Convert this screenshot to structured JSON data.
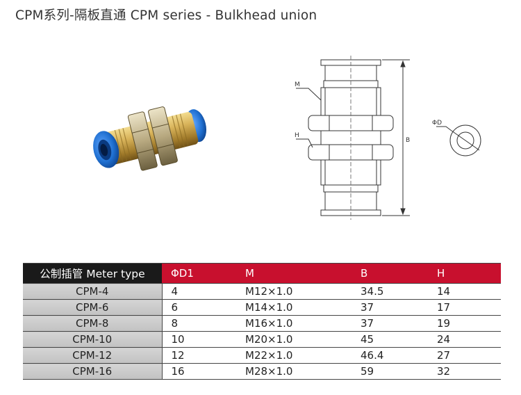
{
  "title": "CPM系列-隔板直通  CPM series - Bulkhead union",
  "drawing": {
    "label_m": "M",
    "label_h": "H",
    "label_b": "B",
    "label_d": "ΦD"
  },
  "table": {
    "headers": [
      "公制插管 Meter type",
      "ΦD1",
      "M",
      "B",
      "H"
    ],
    "rows": [
      [
        "CPM-4",
        "4",
        "M12×1.0",
        "34.5",
        "14"
      ],
      [
        "CPM-6",
        "6",
        "M14×1.0",
        "37",
        "17"
      ],
      [
        "CPM-8",
        "8",
        "M16×1.0",
        "37",
        "19"
      ],
      [
        "CPM-10",
        "10",
        "M20×1.0",
        "45",
        "24"
      ],
      [
        "CPM-12",
        "12",
        "M22×1.0",
        "46.4",
        "27"
      ],
      [
        "CPM-16",
        "16",
        "M28×1.0",
        "59",
        "32"
      ]
    ]
  },
  "colors": {
    "header_red": "#c8102e",
    "header_black": "#1a1a1a",
    "brass": "#c9a24a",
    "cap_blue": "#1f6fd0"
  }
}
